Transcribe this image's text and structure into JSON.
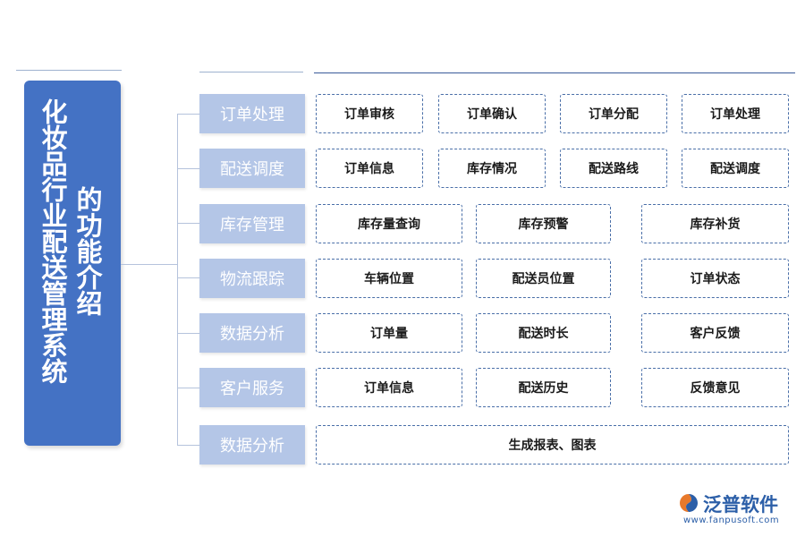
{
  "title": {
    "main": "化妆品行业配送管理系统",
    "sub": "的功能介绍"
  },
  "rows": [
    {
      "category": "订单处理",
      "items": [
        "订单审核",
        "订单确认",
        "订单分配",
        "订单处理"
      ]
    },
    {
      "category": "配送调度",
      "items": [
        "订单信息",
        "库存情况",
        "配送路线",
        "配送调度"
      ]
    },
    {
      "category": "库存管理",
      "items": [
        "库存量查询",
        "库存预警",
        "库存补货"
      ]
    },
    {
      "category": "物流跟踪",
      "items": [
        "车辆位置",
        "配送员位置",
        "订单状态"
      ]
    },
    {
      "category": "数据分析",
      "items": [
        "订单量",
        "配送时长",
        "客户反馈"
      ]
    },
    {
      "category": "客户服务",
      "items": [
        "订单信息",
        "配送历史",
        "反馈意见"
      ]
    },
    {
      "category": "数据分析",
      "items": [
        "生成报表、图表"
      ]
    }
  ],
  "logo": {
    "name": "泛普软件",
    "url": "www.fanpusoft.com",
    "icon": "fanpu-logo-icon"
  },
  "colors": {
    "title_bg": "#4472c4",
    "category_bg": "#b4c6e7",
    "border": "#4a6fa8",
    "brand": "#2c5fa8"
  }
}
